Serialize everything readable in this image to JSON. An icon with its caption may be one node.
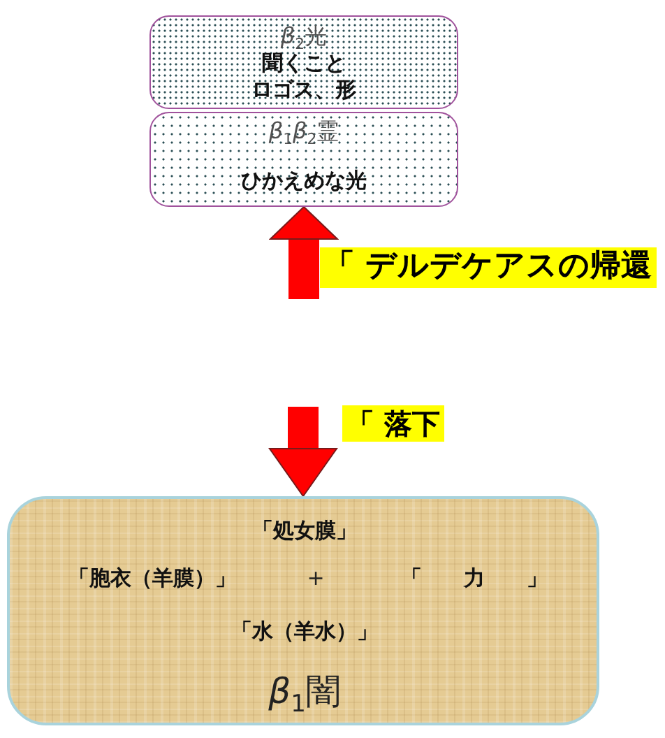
{
  "diagram": {
    "nodes": [
      {
        "text": [
          "*β*$_{2}$光",
          "聞くこと",
          "ロゴス、形"
        ]
      },
      {
        "text": [
          "*β*$_{1}$*β*$_{2}$霊",
          "ひかえめな光"
        ]
      },
      {
        "text": [
          "「処女膜」",
          "「胞衣（羊膜）」",
          "+",
          "「　　力　　」",
          "「水（羊水）」",
          "*β*$_{1}$闇"
        ]
      }
    ],
    "edges": [
      {
        "from": null,
        "to": 1,
        "arrow": "to",
        "label": "「 デルデケアスの帰還"
      },
      {
        "from": null,
        "to": 2,
        "arrow": "to",
        "label": "「 落下"
      }
    ]
  }
}
